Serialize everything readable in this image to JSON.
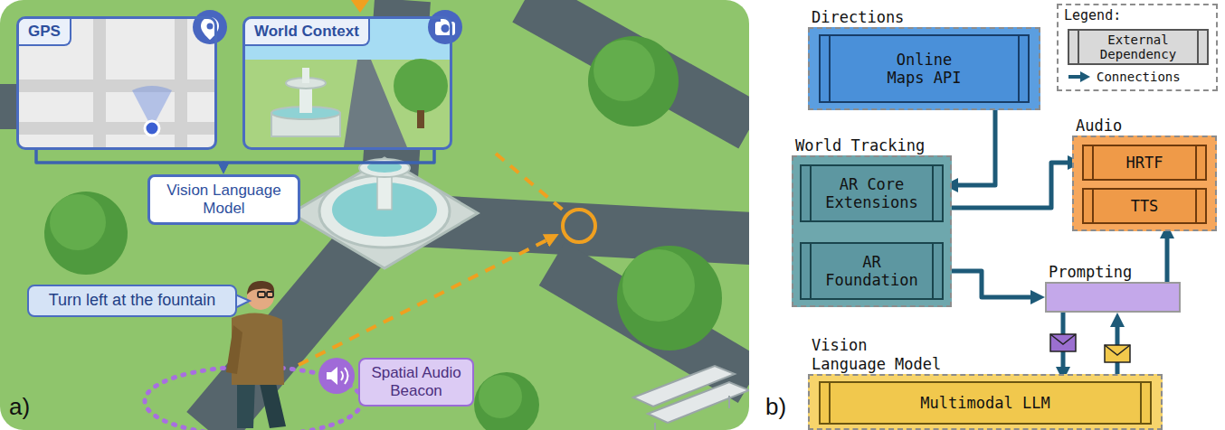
{
  "diagram": {
    "nodes": [
      {
        "text": [
          "GPS"
        ]
      },
      {
        "text": [
          "World Context"
        ]
      },
      {
        "text": [
          "Vision Language Model"
        ]
      },
      {
        "text": [
          "Turn left at the fountain"
        ]
      },
      {
        "text": [
          "Spatial Audio Beacon"
        ]
      },
      {
        "text": [
          "Directions"
        ]
      },
      {
        "text": [
          "Online Maps API"
        ],
        "in": 5
      },
      {
        "text": [
          "World Tracking"
        ]
      },
      {
        "text": [
          "AR Core Extensions"
        ],
        "in": 7
      },
      {
        "text": [
          "AR Foundation"
        ],
        "in": 7
      },
      {
        "text": [
          "Audio"
        ]
      },
      {
        "text": [
          "HRTF"
        ],
        "in": 10
      },
      {
        "text": [
          "TTS"
        ],
        "in": 10
      },
      {
        "text": [
          "Prompting"
        ]
      },
      {
        "text": [
          "Vision Language Model"
        ]
      },
      {
        "text": [
          "Multimodal LLM"
        ],
        "in": 14
      }
    ],
    "edges": [
      {
        "from": 0,
        "to": 2,
        "arrow": "to"
      },
      {
        "from": 1,
        "to": 2,
        "arrow": "to"
      },
      {
        "from": 6,
        "to": 8,
        "arrow": "to"
      },
      {
        "from": 8,
        "to": 11,
        "arrow": "to"
      },
      {
        "from": 9,
        "to": 8,
        "arrow": "to"
      },
      {
        "from": 9,
        "to": 13,
        "arrow": "to"
      },
      {
        "from": 13,
        "to": 15,
        "arrow": "to"
      },
      {
        "from": 15,
        "to": 13,
        "arrow": "to"
      },
      {
        "from": 13,
        "to": 12,
        "arrow": "to"
      }
    ],
    "labels": [
      "a)",
      "b)",
      "Legend:"
    ],
    "legend": [
      {
        "text": "External Dependency",
        "color": "#d9d9d9"
      },
      {
        "text": "Connections"
      }
    ]
  }
}
